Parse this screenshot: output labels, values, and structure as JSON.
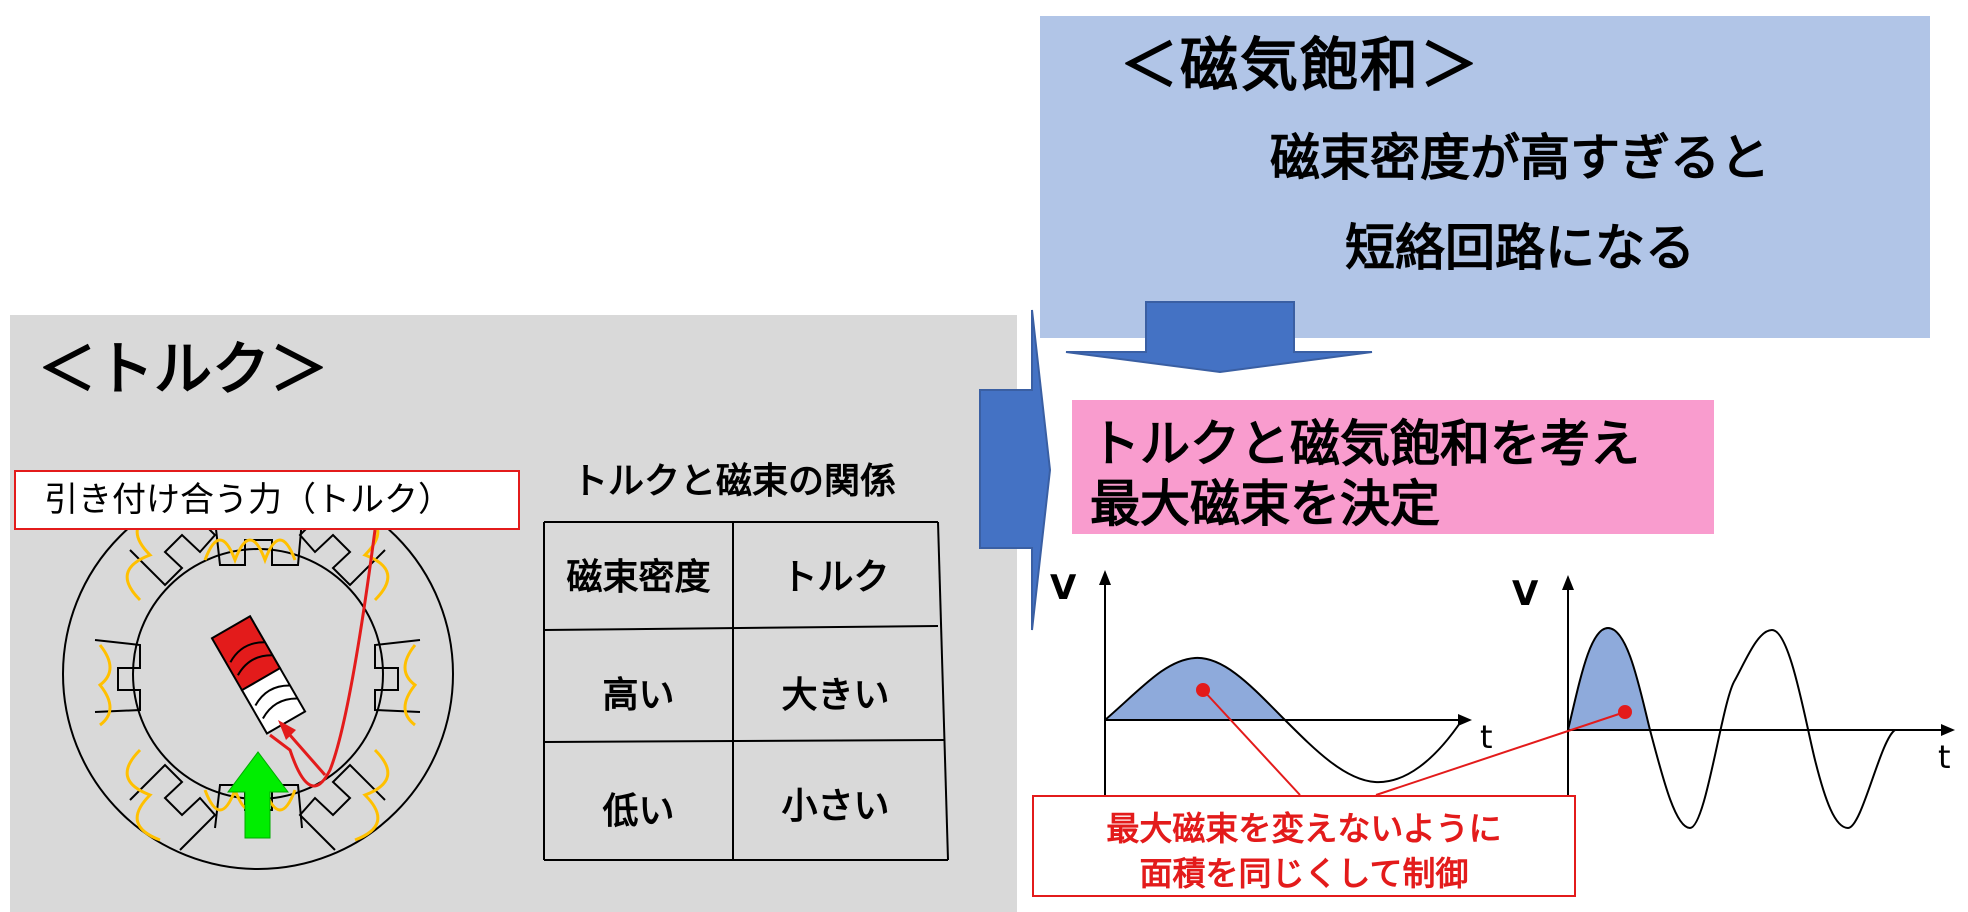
{
  "saturation": {
    "title": "＜磁気飽和＞",
    "line1": "磁束密度が高すぎると",
    "line2": "短絡回路になる"
  },
  "torque": {
    "title": "＜トルク＞",
    "force_label": "引き付け合う力（トルク）"
  },
  "relation_table": {
    "caption": "トルクと磁束の関係",
    "headers": [
      "磁束密度",
      "トルク"
    ],
    "rows": [
      [
        "高い",
        "大きい"
      ],
      [
        "低い",
        "小さい"
      ]
    ]
  },
  "result": {
    "line1": "トルクと磁気飽和を考え",
    "line2": "最大磁束を決定"
  },
  "note": {
    "line1": "最大磁束を変えないように",
    "line2": "面積を同じくして制御"
  },
  "graphs": {
    "left": {
      "y_label": "V",
      "x_label": "t"
    },
    "right": {
      "y_label": "V",
      "x_label": "t"
    }
  },
  "colors": {
    "saturation_box": "#b1c5e7",
    "torque_panel": "#d9d9d9",
    "result_box": "#f99cce",
    "arrow_blue": "#4472c4",
    "area_fill": "#8eaadb",
    "note_red": "#e31b1b",
    "coil_orange": "#ffc000",
    "rotor_red": "#e31b1b",
    "force_arrow_green": "#00ee00"
  }
}
